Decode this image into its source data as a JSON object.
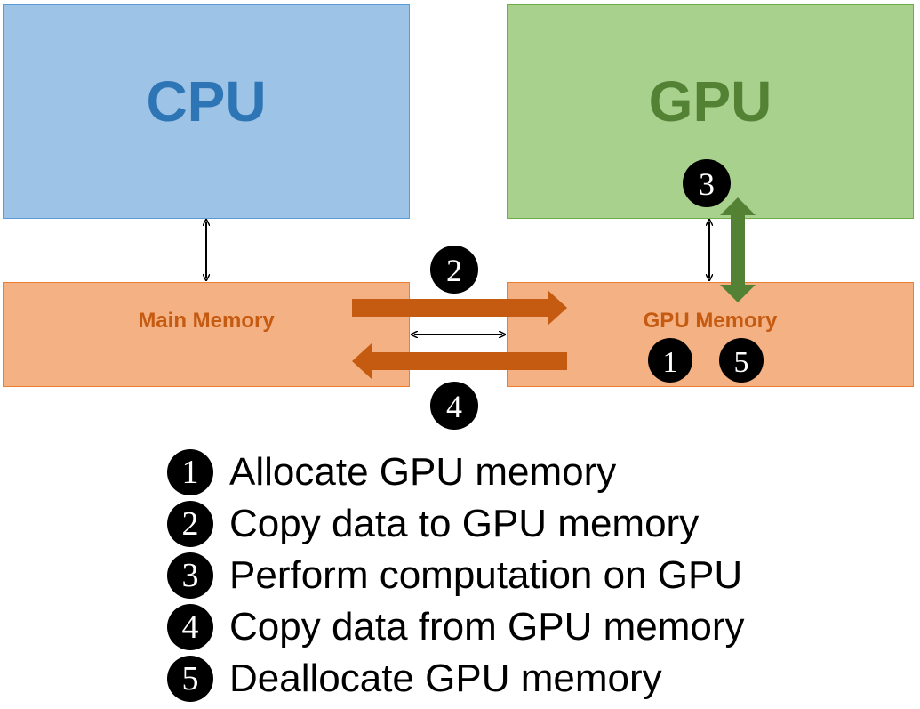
{
  "cpu": {
    "label": "CPU"
  },
  "gpu": {
    "label": "GPU"
  },
  "main_memory": {
    "label": "Main Memory"
  },
  "gpu_memory": {
    "label": "GPU Memory"
  },
  "badges": {
    "b1": "1",
    "b2": "2",
    "b3": "3",
    "b4": "4",
    "b5": "5"
  },
  "legend": [
    {
      "num": "1",
      "text": "Allocate GPU memory"
    },
    {
      "num": "2",
      "text": "Copy data to GPU memory"
    },
    {
      "num": "3",
      "text": "Perform computation on GPU"
    },
    {
      "num": "4",
      "text": "Copy data from GPU memory"
    },
    {
      "num": "5",
      "text": "Deallocate GPU memory"
    }
  ],
  "colors": {
    "cpu_fill": "#9dc3e6",
    "gpu_fill": "#a9d18e",
    "memory_fill": "#f4b183",
    "transfer_arrow": "#c55a11",
    "compute_arrow": "#548235"
  }
}
